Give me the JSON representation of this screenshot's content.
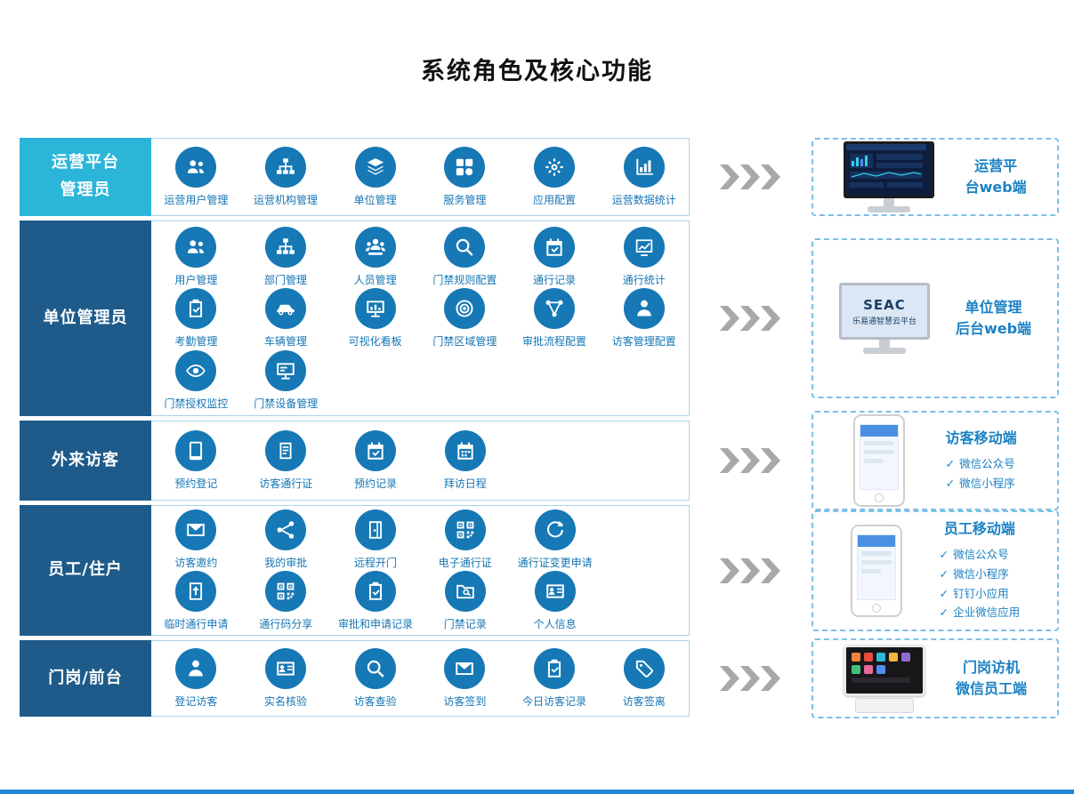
{
  "title": "系统角色及核心功能",
  "ui": {
    "check": "✓"
  },
  "colors": {
    "row1_accent": "#2bb5d9",
    "dark_accent": "#1e5b8a",
    "icon_blue": "#1678b5",
    "label_blue": "#1576b4",
    "device_text_blue": "#1b82c4",
    "arrow_gray": "#a8a8a8",
    "dashed_border": "#7cc0e8",
    "bottom_bar": "#1e88d2"
  },
  "rows": [
    {
      "role_lines": [
        "运营平台",
        "管理员"
      ],
      "accent": "#2bb5d9",
      "items": [
        {
          "icon": "users",
          "label": "运营用户管理"
        },
        {
          "icon": "orgtree",
          "label": "运营机构管理"
        },
        {
          "icon": "layers",
          "label": "单位管理"
        },
        {
          "icon": "grid",
          "label": "服务管理"
        },
        {
          "icon": "gear",
          "label": "应用配置"
        },
        {
          "icon": "barchart",
          "label": "运营数据统计"
        }
      ],
      "device": {
        "type": "monitor-dashboard",
        "title_lines": [
          "运营平",
          "台web端"
        ],
        "bullets": []
      }
    },
    {
      "role_lines": [
        "单位管理员"
      ],
      "accent": "#1e5b8a",
      "items": [
        {
          "icon": "users",
          "label": "用户管理"
        },
        {
          "icon": "orgtree",
          "label": "部门管理"
        },
        {
          "icon": "people",
          "label": "人员管理"
        },
        {
          "icon": "search",
          "label": "门禁规则配置"
        },
        {
          "icon": "calendar",
          "label": "通行记录"
        },
        {
          "icon": "linechart",
          "label": "通行统计"
        },
        {
          "icon": "clipboard",
          "label": "考勤管理"
        },
        {
          "icon": "car",
          "label": "车辆管理"
        },
        {
          "icon": "dashboard",
          "label": "可视化看板"
        },
        {
          "icon": "target",
          "label": "门禁区域管理"
        },
        {
          "icon": "flow",
          "label": "审批流程配置"
        },
        {
          "icon": "person",
          "label": "访客管理配置"
        },
        {
          "icon": "eye",
          "label": "门禁授权监控"
        },
        {
          "icon": "monitor",
          "label": "门禁设备管理"
        }
      ],
      "device": {
        "type": "monitor-seac",
        "screen_title": "SEAC",
        "screen_subtitle": "乐易通智慧云平台",
        "title_lines": [
          "单位管理",
          "后台web端"
        ],
        "bullets": []
      }
    },
    {
      "role_lines": [
        "外来访客"
      ],
      "accent": "#1e5b8a",
      "items": [
        {
          "icon": "phone",
          "label": "预约登记"
        },
        {
          "icon": "ticket",
          "label": "访客通行证"
        },
        {
          "icon": "calendar",
          "label": "预约记录"
        },
        {
          "icon": "calgrid",
          "label": "拜访日程"
        }
      ],
      "device": {
        "type": "phone",
        "title_lines": [
          "访客移动端"
        ],
        "bullets": [
          "微信公众号",
          "微信小程序"
        ]
      }
    },
    {
      "role_lines": [
        "员工/住户"
      ],
      "accent": "#1e5b8a",
      "items": [
        {
          "icon": "envelope",
          "label": "访客邀约"
        },
        {
          "icon": "share",
          "label": "我的审批"
        },
        {
          "icon": "door",
          "label": "远程开门"
        },
        {
          "icon": "qr",
          "label": "电子通行证"
        },
        {
          "icon": "refresh",
          "label": "通行证变更申请"
        },
        {
          "icon": "docarrow",
          "label": "临时通行申请"
        },
        {
          "icon": "qr",
          "label": "通行码分享"
        },
        {
          "icon": "clipboard",
          "label": "审批和申请记录"
        },
        {
          "icon": "folder",
          "label": "门禁记录"
        },
        {
          "icon": "idcard",
          "label": "个人信息"
        }
      ],
      "device": {
        "type": "phone",
        "title_lines": [
          "员工移动端"
        ],
        "bullets": [
          "微信公众号",
          "微信小程序",
          "钉钉小应用",
          "企业微信应用"
        ]
      }
    },
    {
      "role_lines": [
        "门岗/前台"
      ],
      "accent": "#1e5b8a",
      "items": [
        {
          "icon": "person",
          "label": "登记访客"
        },
        {
          "icon": "idcard",
          "label": "实名核验"
        },
        {
          "icon": "search",
          "label": "访客查验"
        },
        {
          "icon": "envelope",
          "label": "访客签到"
        },
        {
          "icon": "clipboard",
          "label": "今日访客记录"
        },
        {
          "icon": "tag",
          "label": "访客签离"
        }
      ],
      "device": {
        "type": "pos",
        "title_lines": [
          "门岗访机",
          "微信员工端"
        ],
        "bullets": []
      }
    }
  ]
}
